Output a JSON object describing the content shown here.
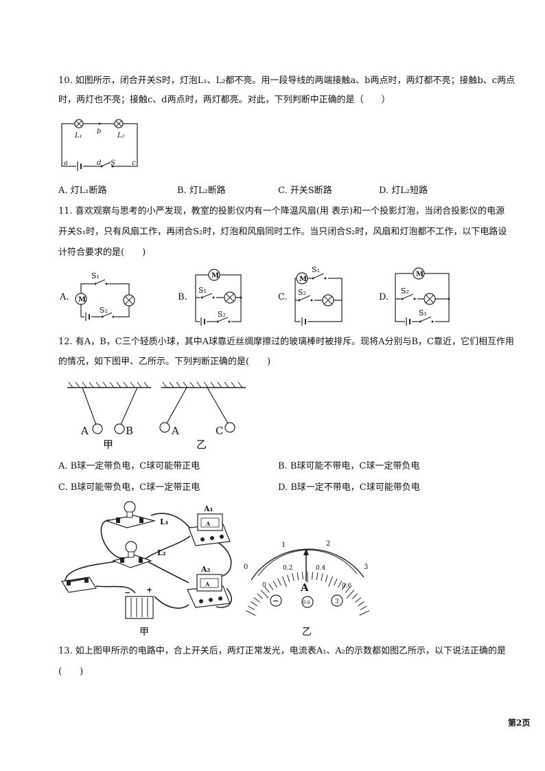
{
  "q10": {
    "line1": "10. 如图所示，闭合开关S时，灯泡L₁、L₂都不亮。用一段导线的两端接触a、b两点时，两灯都不亮；接触b、c两点",
    "line2": "时，两灯也不亮；接触c、d两点时，两灯都亮。对此，下列判断中正确的是（　　）",
    "fig_labels": {
      "l1": "L₁",
      "l2": "L₂",
      "b": "b",
      "a": "a",
      "d": "d",
      "s": "S",
      "c": "c"
    },
    "options": [
      "A. 灯L₁断路",
      "B. 灯L₂断路",
      "C. 开关S断路",
      "D. 灯L₂短路"
    ]
  },
  "q11": {
    "line1": "11. 喜欢观察与思考的小严发现，教室的投影仪内有一个降温风扇(用 表示)和一个投影灯泡，当闭合投影仪的电源",
    "line2": "开关S₁时，只有风扇工作，再闭合S₂时，灯泡和风扇同时工作。当只闭合S₂时，风扇和灯泡都不工作，以下电路设",
    "line3": "计符合要求的是(　　)",
    "option_letters": [
      "A.",
      "B.",
      "C.",
      "D."
    ],
    "motor": "M",
    "s1": "S₁",
    "s2": "S₂"
  },
  "q12": {
    "line1": "12. 有A，B，C三个轻质小球，其中A球靠近丝绸摩擦过的玻璃棒时被排斥。现将A分别与B，C靠近，它们相互作用",
    "line2": "的情况，如下图甲、乙所示。下列判断正确的是(　　)",
    "fig_labels": {
      "a": "A",
      "b": "B",
      "a2": "A",
      "c": "C",
      "jia": "甲",
      "yi": "乙"
    },
    "options": [
      "A. B球一定带负电，C球可能带正电",
      "B. B球可能不带电，C球一定带负电",
      "C. B球可能带负电，C球一定带正电",
      "D. B球一定不带电，C球可能带负电"
    ]
  },
  "q13fig": {
    "a1": "A₁",
    "a2": "A₂",
    "l1": "L₁",
    "l2": "L₂",
    "scale_top": [
      "0",
      "1",
      "2",
      "3"
    ],
    "scale_bottom": [
      "0",
      "0.2",
      "0.4",
      "0.6"
    ],
    "meter_letter": "A",
    "terminals": [
      "−",
      "0.6",
      "3"
    ],
    "minus": "−",
    "plus": "+",
    "jia": "甲",
    "yi": "乙"
  },
  "q13": {
    "line1": "13. 如上图甲所示的电路中，合上开关后，两灯正常发光，电流表A₁、A₂的示数都如图乙所示，以下说法正确的是",
    "line2": "(　　)"
  },
  "page_num": "第2页"
}
